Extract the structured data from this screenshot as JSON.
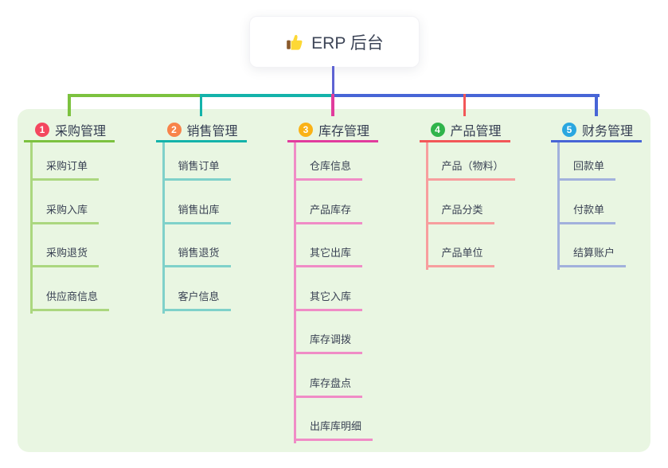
{
  "root": {
    "label": "ERP 后台",
    "icon": "thumbs-up-icon",
    "line_color": "#5e63d3"
  },
  "panel": {
    "background_color": "#e9f6e2"
  },
  "branches": [
    {
      "number": "1",
      "label": "采购管理",
      "badge_color": "#f4475f",
      "line_color": "#7cc23f",
      "child_line_color": "#abd77f",
      "children": [
        "采购订单",
        "采购入库",
        "采购退货",
        "供应商信息"
      ]
    },
    {
      "number": "2",
      "label": "销售管理",
      "badge_color": "#f8834a",
      "line_color": "#14b3aa",
      "child_line_color": "#7fd1ca",
      "children": [
        "销售订单",
        "销售出库",
        "销售退货",
        "客户信息"
      ]
    },
    {
      "number": "3",
      "label": "库存管理",
      "badge_color": "#fab216",
      "line_color": "#e13c9d",
      "child_line_color": "#f08cc6",
      "children": [
        "仓库信息",
        "产品库存",
        "其它出库",
        "其它入库",
        "库存调拨",
        "库存盘点",
        "出库库明细"
      ]
    },
    {
      "number": "4",
      "label": "产品管理",
      "badge_color": "#30b44b",
      "line_color": "#f25758",
      "child_line_color": "#f79e9e",
      "children": [
        "产品（物料）",
        "产品分类",
        "产品单位"
      ]
    },
    {
      "number": "5",
      "label": "财务管理",
      "badge_color": "#2aa7e0",
      "line_color": "#4765d6",
      "child_line_color": "#a2b1dc",
      "children": [
        "回款单",
        "付款单",
        "结算账户"
      ]
    }
  ]
}
